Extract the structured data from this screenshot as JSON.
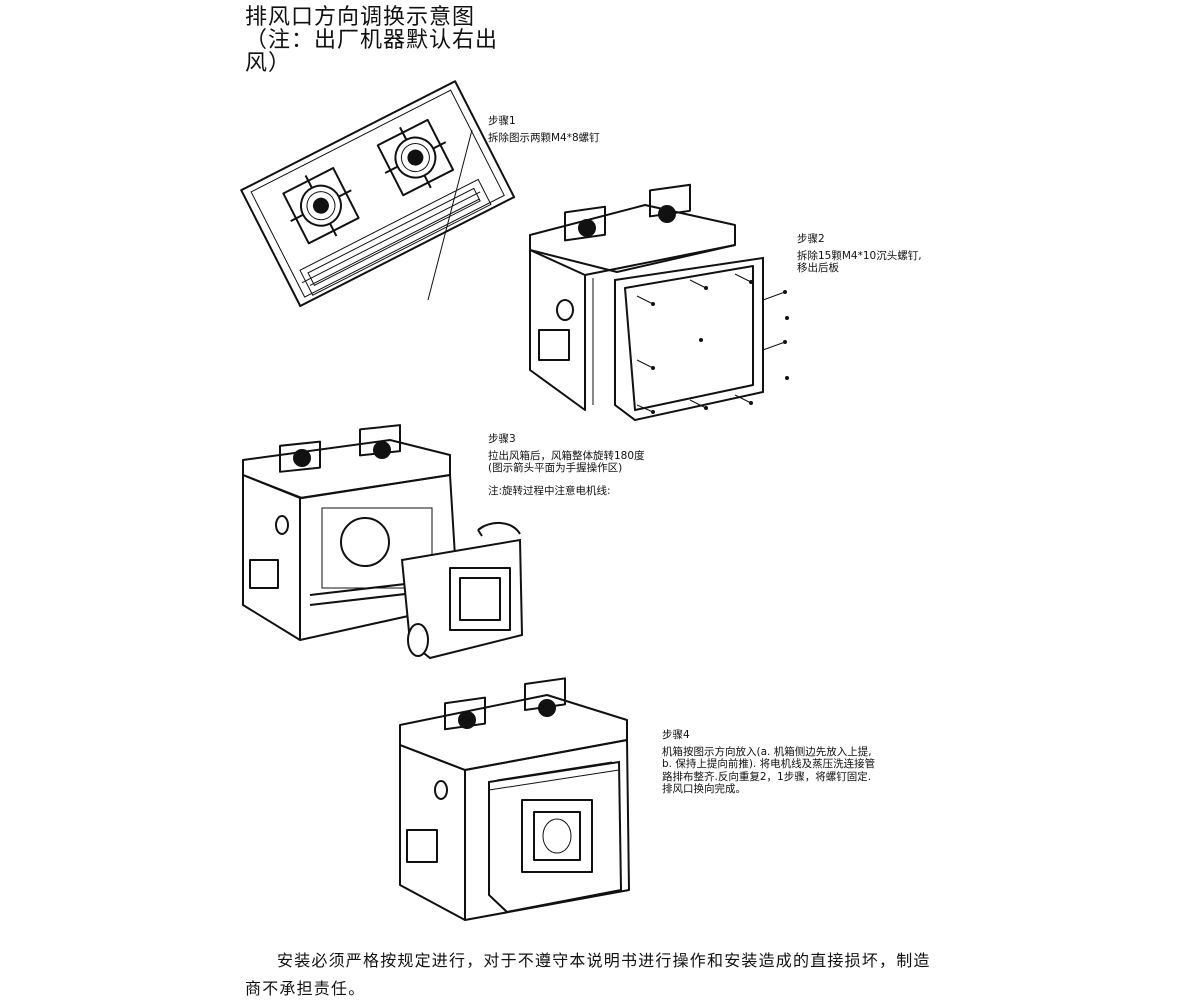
{
  "title": "排风口方向调换示意图（注：出厂机器默认右出风）",
  "steps": [
    {
      "heading": "步骤1",
      "lines": [
        "拆除图示两颗M4*8螺钉"
      ]
    },
    {
      "heading": "步骤2",
      "lines": [
        "拆除15颗M4*10沉头螺钉,",
        "移出后板"
      ]
    },
    {
      "heading": "步骤3",
      "lines": [
        "拉出风箱后，风箱整体旋转180度",
        "(图示箭头平面为手握操作区)",
        "",
        "注:旋转过程中注意电机线:"
      ]
    },
    {
      "heading": "步骤4",
      "lines": [
        "机箱按图示方向放入(a. 机箱侧边先放入上提,",
        "b. 保持上提向前推). 将电机线及蒸压洗连接管",
        "路排布整齐.反向重复2，1步骤，将螺钉固定.",
        "排风口换向完成。"
      ]
    }
  ],
  "footer": "安装必须严格按规定进行，对于不遵守本说明书进行操作和安装造成的直接损坏，制造商不承担责任。",
  "icons": [
    "stove-top-view-illustration",
    "stove-back-panel-removal-illustration",
    "fan-box-rotation-illustration",
    "fan-box-reinsertion-illustration"
  ]
}
